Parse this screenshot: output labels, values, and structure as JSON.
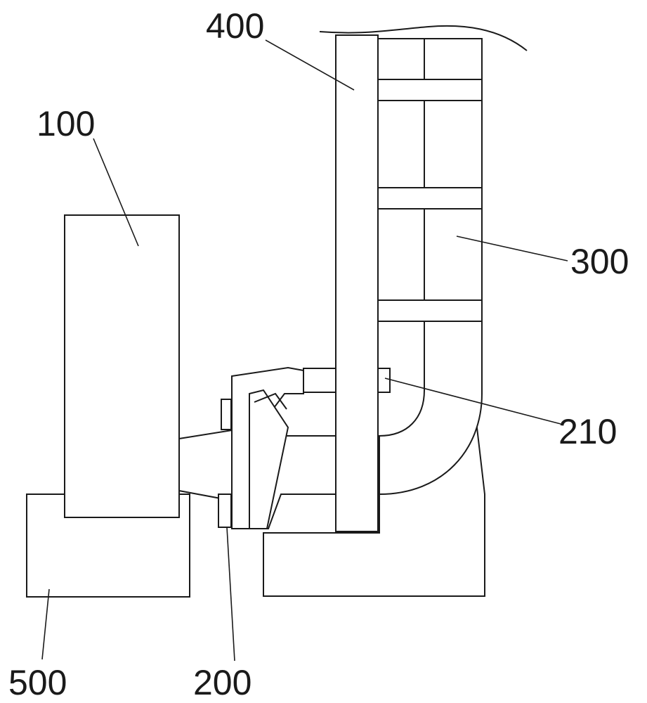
{
  "diagram": {
    "labels": {
      "l100": "100",
      "l200": "200",
      "l210": "210",
      "l300": "300",
      "l400": "400",
      "l500": "500"
    },
    "line_color": "#1a1a1a",
    "background": "#ffffff"
  }
}
